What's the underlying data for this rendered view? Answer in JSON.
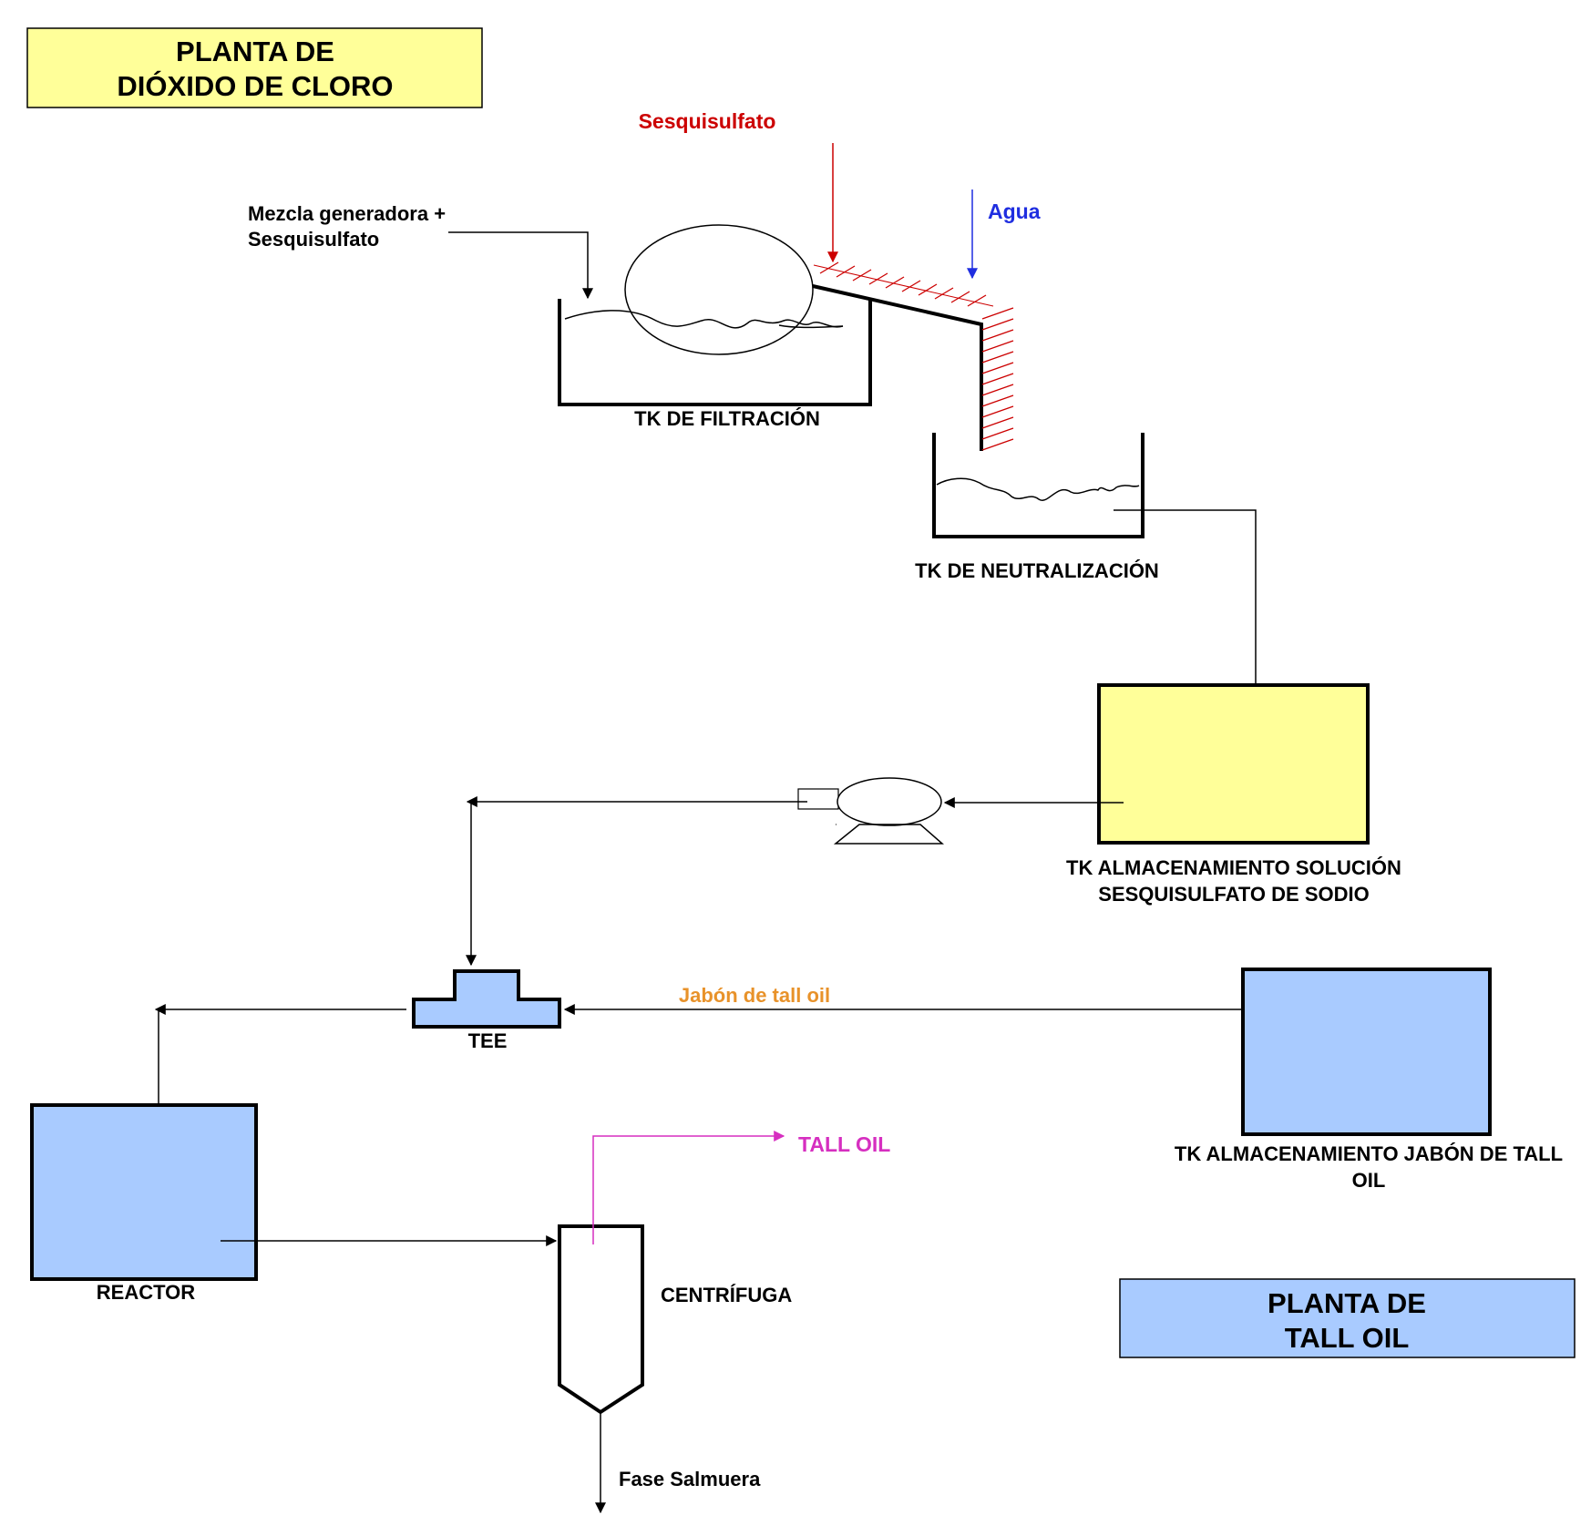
{
  "plants": {
    "dioxide": {
      "line1": "PLANTA DE",
      "line2": "DIÓXIDO DE CLORO",
      "fill": "#ffff99"
    },
    "tall_oil": {
      "line1": "PLANTA DE",
      "line2": "TALL OIL",
      "fill": "#a9cbff"
    }
  },
  "streams": {
    "sesquisulfato": {
      "label": "Sesquisulfato",
      "color": "#cc0000"
    },
    "agua": {
      "label": "Agua",
      "color": "#1f2ee0"
    },
    "mezcla": {
      "line1": "Mezcla generadora +",
      "line2": "Sesquisulfato"
    },
    "jabon": {
      "label": "Jabón de tall oil",
      "color": "#e8922a"
    },
    "tall_oil": {
      "label": "TALL OIL",
      "color": "#d62fc0"
    },
    "fase_salmuera": {
      "label": "Fase Salmuera"
    }
  },
  "equipment": {
    "tk_filtracion": {
      "label": "TK DE FILTRACIÓN"
    },
    "tk_neutralizacion": {
      "label": "TK DE NEUTRALIZACIÓN"
    },
    "tk_sesquisulfato": {
      "line1": "TK ALMACENAMIENTO SOLUCIÓN",
      "line2": "SESQUISULFATO DE SODIO",
      "fill": "#ffff99"
    },
    "tk_jabon": {
      "line1": "TK ALMACENAMIENTO JABÓN DE TALL",
      "line2": "OIL",
      "fill": "#a9cbff"
    },
    "tee": {
      "label": "TEE",
      "fill": "#a9cbff"
    },
    "reactor": {
      "label": "REACTOR",
      "fill": "#a9cbff"
    },
    "centrifuga": {
      "label": "CENTRÍFUGA"
    },
    "pump": {
      "icon": "pump-icon"
    }
  }
}
